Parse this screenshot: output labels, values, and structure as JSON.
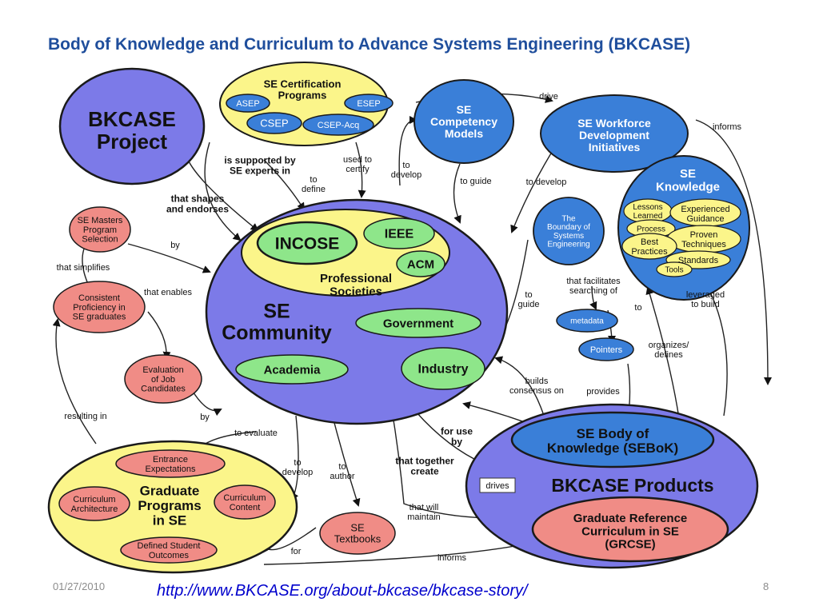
{
  "title": "Body of Knowledge and Curriculum to Advance Systems Engineering (BKCASE)",
  "footer": {
    "date": "01/27/2010",
    "url": "http://www.BKCASE.org/about-bkcase/bkcase-story/",
    "page": "8"
  },
  "nodes": {
    "bkcase_project": [
      "BKCASE",
      "Project"
    ],
    "se_cert": [
      "SE Certification",
      "Programs"
    ],
    "asep": "ASEP",
    "esep": "ESEP",
    "csep": "CSEP",
    "csep_acq": "CSEP-Acq",
    "se_competency": [
      "SE",
      "Competency",
      "Models"
    ],
    "se_workforce": [
      "SE Workforce",
      "Development",
      "Initiatives"
    ],
    "se_knowledge": [
      "SE",
      "Knowledge"
    ],
    "lessons": [
      "Lessons",
      "Learned"
    ],
    "experienced": [
      "Experienced",
      "Guidance"
    ],
    "process": "Process",
    "proven": [
      "Proven",
      "Techniques"
    ],
    "best": [
      "Best",
      "Practices"
    ],
    "standards": "Standards",
    "tools": "Tools",
    "boundary": [
      "The",
      "Boundary of",
      "Systems",
      "Engineering"
    ],
    "metadata": "metadata",
    "pointers": "Pointers",
    "se_community": [
      "SE",
      "Community"
    ],
    "incose": "INCOSE",
    "ieee": "IEEE",
    "acm": "ACM",
    "prof_soc": [
      "Professional",
      "Societies"
    ],
    "government": "Government",
    "industry": "Industry",
    "academia": "Academia",
    "masters": [
      "SE Masters",
      "Program",
      "Selection"
    ],
    "consistent": [
      "Consistent",
      "Proficiency in",
      "SE graduates"
    ],
    "evaluation": [
      "Evaluation",
      "of Job",
      "Candidates"
    ],
    "grad_programs": [
      "Graduate",
      "Programs",
      "in SE"
    ],
    "entrance": [
      "Entrance",
      "Expectations"
    ],
    "curr_arch": [
      "Curriculum",
      "Architecture"
    ],
    "curr_content": [
      "Curriculum",
      "Content"
    ],
    "defined_outcomes": [
      "Defined Student",
      "Outcomes"
    ],
    "se_textbooks": [
      "SE",
      "Textbooks"
    ],
    "bkcase_products": "BKCASE Products",
    "sebok": [
      "SE Body of",
      "Knowledge (SEBoK)"
    ],
    "grcse": [
      "Graduate Reference",
      "Curriculum in SE",
      "(GRCSE)"
    ],
    "drives_box": "drives"
  },
  "labels": {
    "drive": "drive",
    "informs_top": "informs",
    "supported": [
      "is supported by",
      "SE experts in"
    ],
    "to_define": [
      "to",
      "define"
    ],
    "used_certify": [
      "used to",
      "certify"
    ],
    "to_develop_1": [
      "to",
      "develop"
    ],
    "to_guide_1": "to guide",
    "to_develop_2": "to develop",
    "shapes": [
      "that shapes",
      "and endorses"
    ],
    "by_1": "by",
    "simplifies": "that simplifies",
    "enables": "that enables",
    "resulting": "resulting in",
    "by_2": "by",
    "to_evaluate": "to evaluate",
    "to_guide_2": [
      "to",
      "guide"
    ],
    "facilitates": [
      "that facilitates",
      "searching of"
    ],
    "to_1": "to",
    "leveraged": [
      "leveraged",
      "to build"
    ],
    "organizes": [
      "organizes/",
      "defines"
    ],
    "builds": [
      "builds",
      "consensus on"
    ],
    "provides": "provides",
    "for_use": [
      "for use",
      "by"
    ],
    "together": [
      "that together",
      "create"
    ],
    "to_develop_3": [
      "to",
      "develop"
    ],
    "to_author": [
      "to",
      "author"
    ],
    "will_maintain": [
      "that will",
      "maintain"
    ],
    "for": "for",
    "informs_bottom": "informs"
  },
  "colors": {
    "title": "#1f4e9c",
    "blue_fill": "#3a7fd8",
    "purple_fill": "#7c7ae8",
    "yellow_fill": "#fbf58a",
    "green_fill": "#8ee68a",
    "pink_fill": "#f08c86",
    "url": "#0000cc"
  }
}
